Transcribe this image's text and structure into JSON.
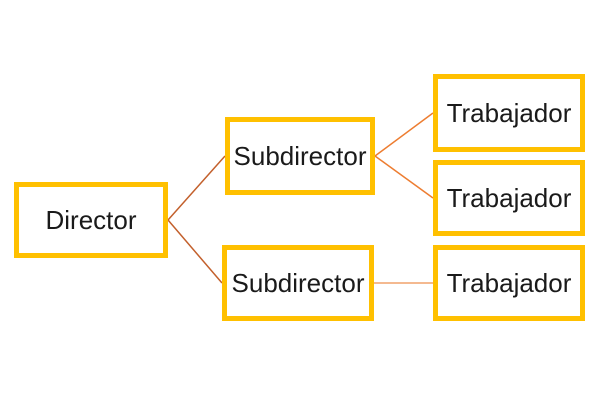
{
  "diagram": {
    "type": "org-chart",
    "background_color": "#ffffff",
    "box_border_color": "#FFC000",
    "box_fill_color": "#ffffff",
    "text_color": "#1a1a1a",
    "nodes": [
      {
        "id": "director",
        "label": "Director",
        "level": 1
      },
      {
        "id": "subdirector-1",
        "label": "Subdirector",
        "level": 2
      },
      {
        "id": "subdirector-2",
        "label": "Subdirector",
        "level": 2
      },
      {
        "id": "trabajador-1",
        "label": "Trabajador",
        "level": 3
      },
      {
        "id": "trabajador-2",
        "label": "Trabajador",
        "level": 3
      },
      {
        "id": "trabajador-3",
        "label": "Trabajador",
        "level": 3
      }
    ],
    "edges": [
      {
        "from": "director",
        "to": "subdirector-1",
        "color": "#C3602C"
      },
      {
        "from": "director",
        "to": "subdirector-2",
        "color": "#C3602C"
      },
      {
        "from": "subdirector-1",
        "to": "trabajador-1",
        "color": "#ED7D31"
      },
      {
        "from": "subdirector-1",
        "to": "trabajador-2",
        "color": "#ED7D31"
      },
      {
        "from": "subdirector-2",
        "to": "trabajador-3",
        "color": "#F0A26B"
      }
    ]
  }
}
